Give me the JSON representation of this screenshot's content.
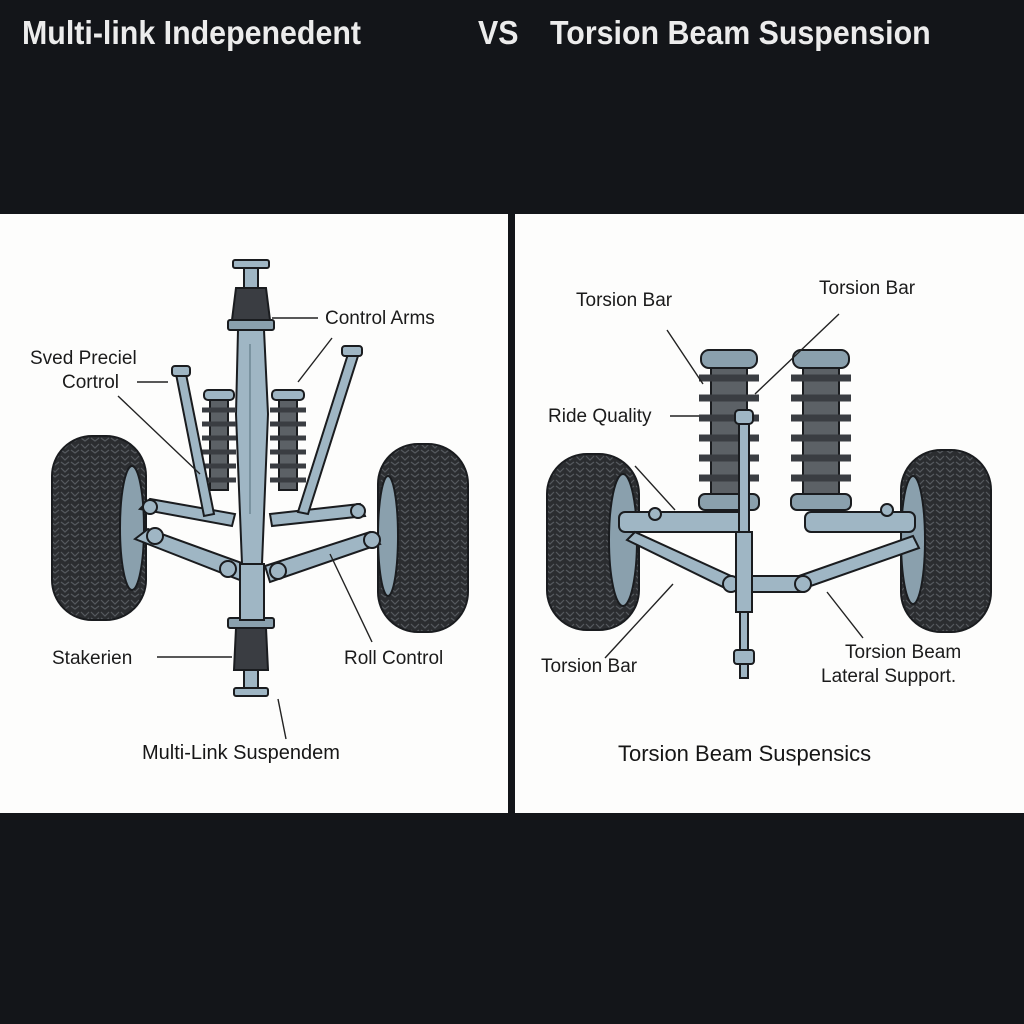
{
  "header": {
    "title_left": "Multi-link Indepenedent",
    "title_vs": "VS",
    "title_right": "Torsion Beam Suspension"
  },
  "colors": {
    "background": "#131519",
    "panel": "#fdfdfc",
    "metal": "#9fb6c4",
    "metal_dark": "#6f8794",
    "rubber": "#3a3d42",
    "tire": "#2b2d30",
    "outline": "#1a1c1f",
    "text_light": "#ececec",
    "text_dark": "#1b1b1b"
  },
  "left_panel": {
    "caption": "Multi-Link Suspendem",
    "labels": {
      "control_arms": "Control Arms",
      "sved_preciel_line1": "Sved Preciel",
      "sved_preciel_line2": "Cortrol",
      "stakerien": "Stakerien",
      "roll_control": "Roll Control"
    }
  },
  "right_panel": {
    "caption": "Torsion Beam Suspensics",
    "labels": {
      "torsion_bar_top_left": "Torsion Bar",
      "torsion_bar_top_right": "Torsion Bar",
      "ride_quality": "Ride Quality",
      "torsion_bar_bottom": "Torsion Bar",
      "lateral_line1": "Torsion Beam",
      "lateral_line2": "Lateral Support."
    }
  }
}
